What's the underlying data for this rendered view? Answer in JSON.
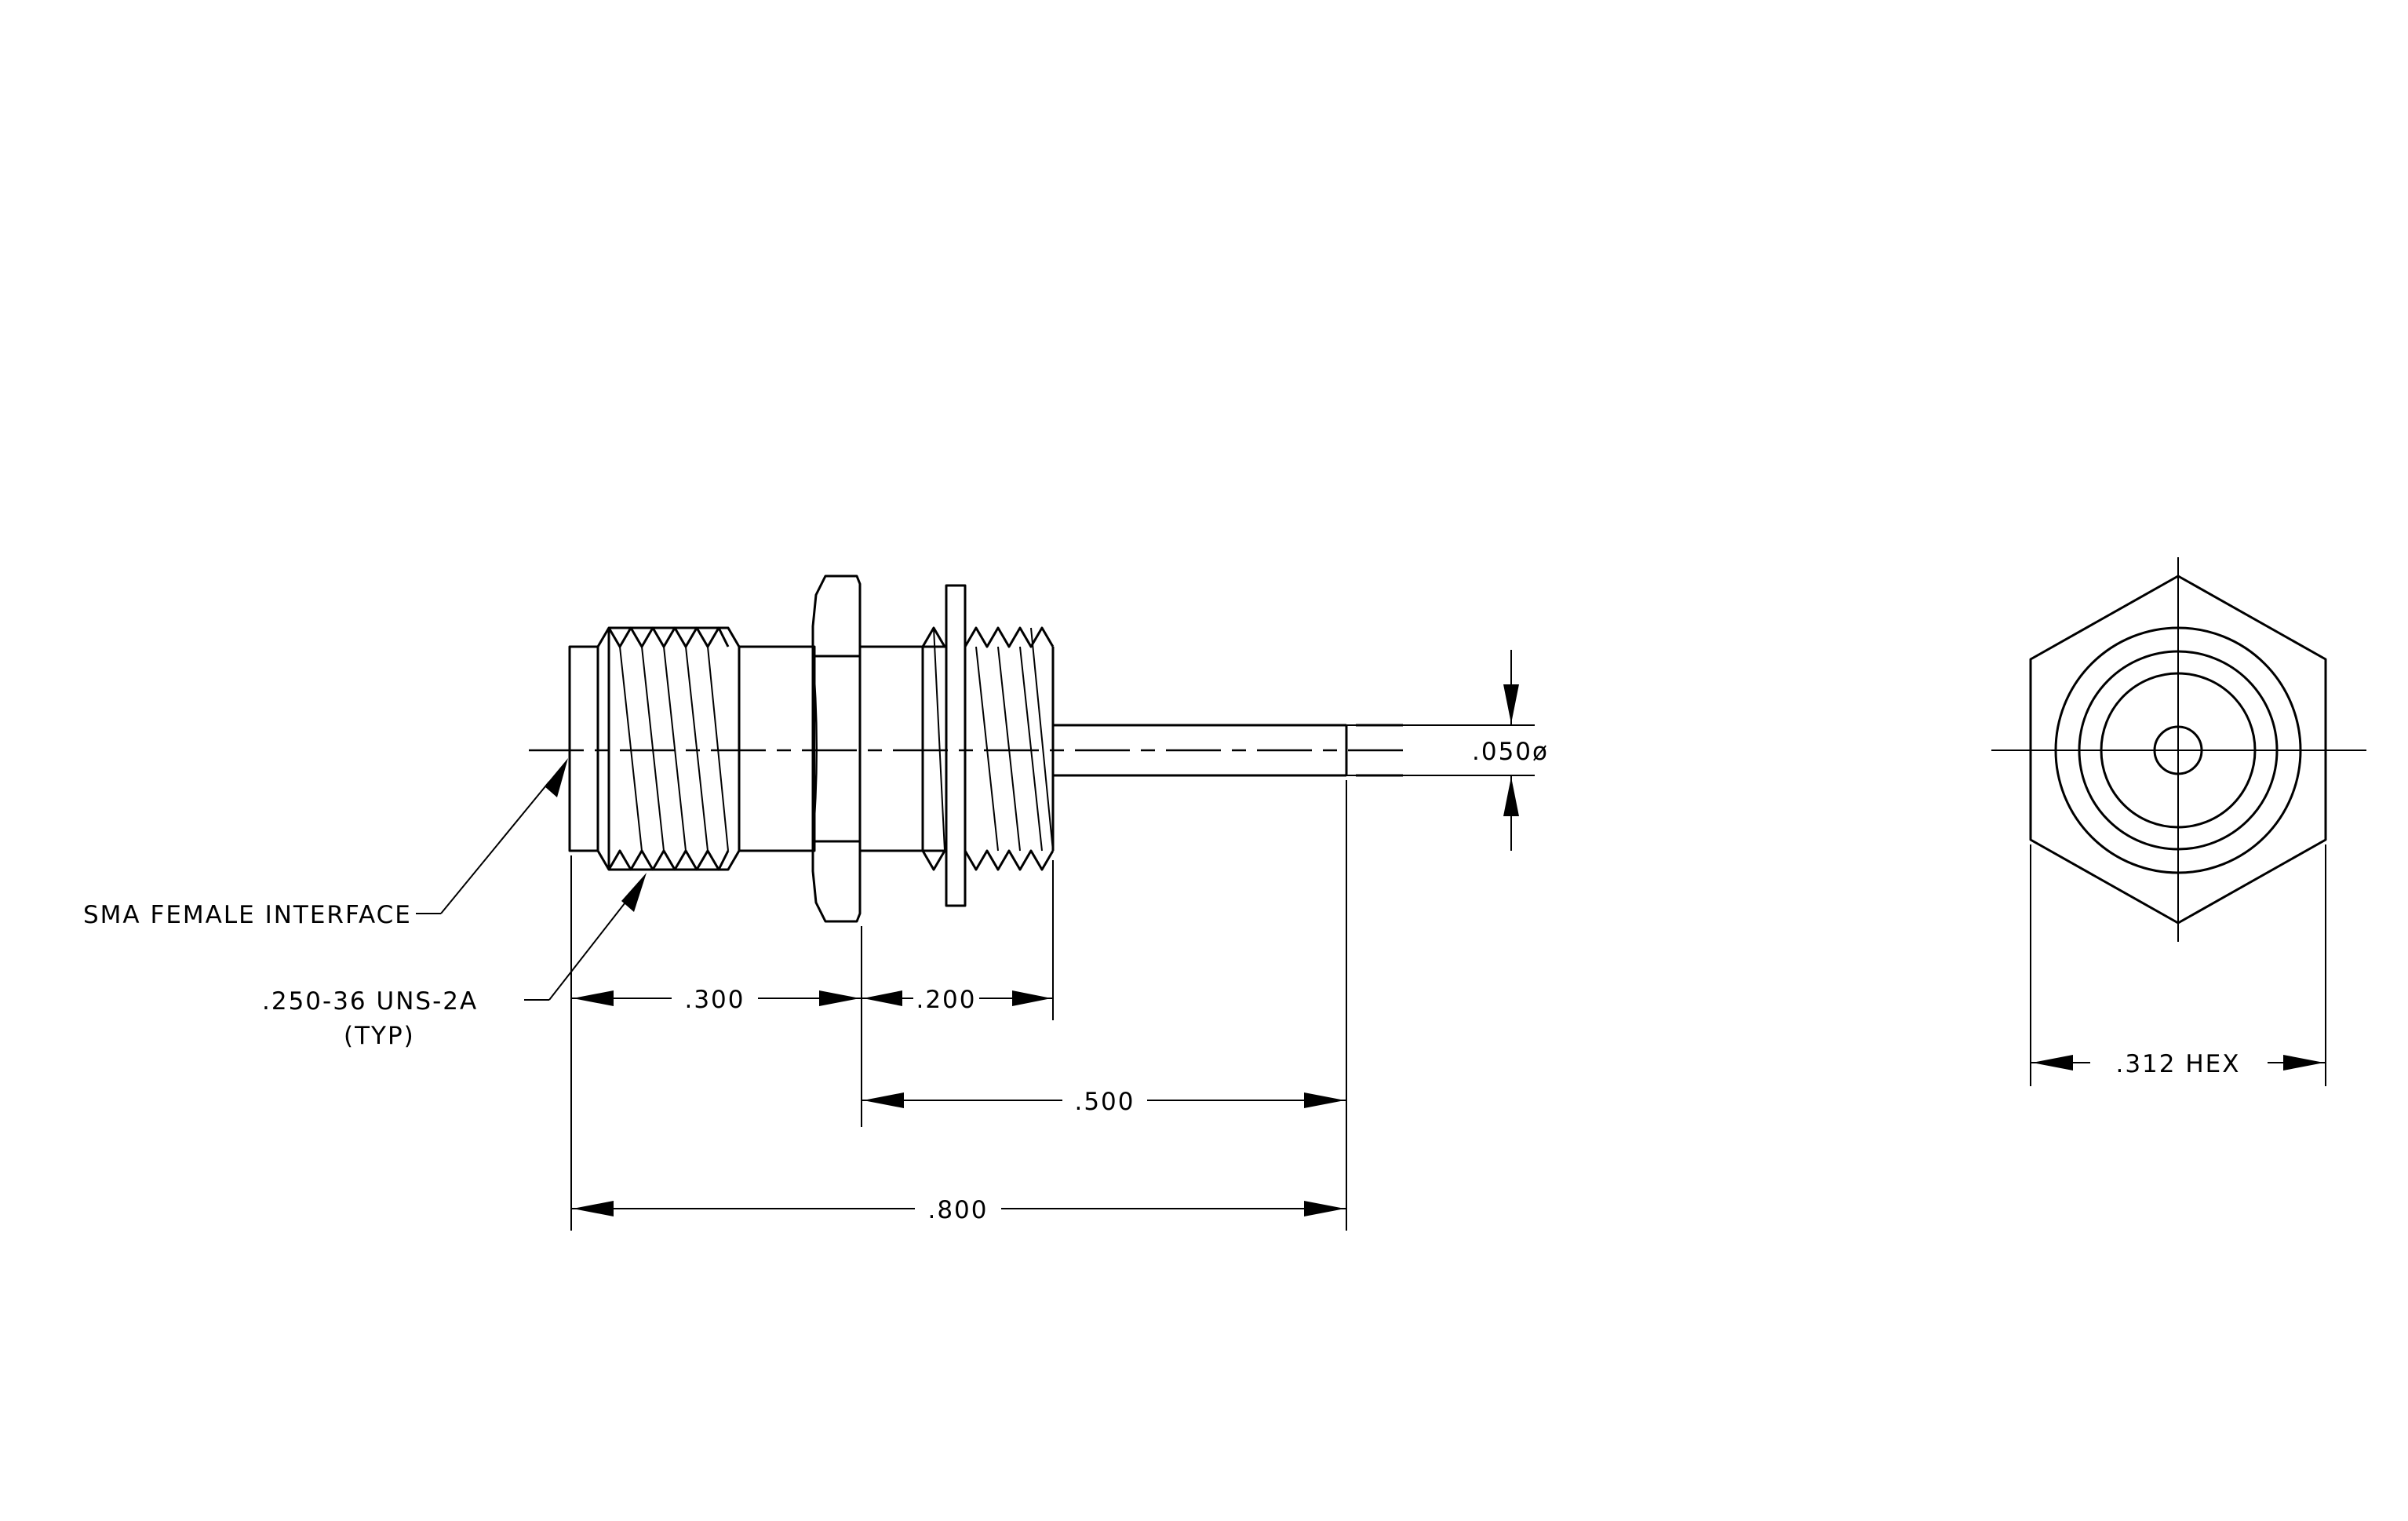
{
  "labels": {
    "sma_female": "SMA FEMALE INTERFACE",
    "thread_spec": ".250-36 UNS-2A",
    "thread_typ": "(TYP)",
    "pin_diameter": ".050ø",
    "hex_size": ".312 HEX"
  },
  "dimensions": {
    "d300": ".300",
    "d200": ".200",
    "d500": ".500",
    "d800": ".800"
  }
}
